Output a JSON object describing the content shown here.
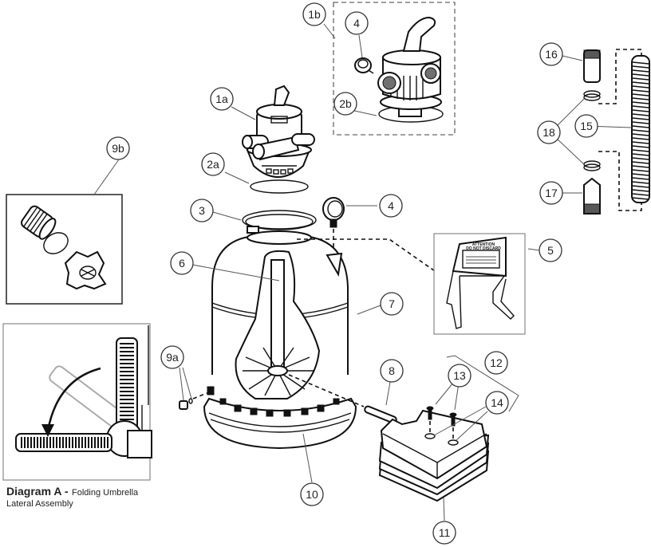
{
  "diagram": {
    "title": "Sand Filter Exploded Parts Diagram",
    "callouts": [
      {
        "id": "1a",
        "label": "1a"
      },
      {
        "id": "1b",
        "label": "1b"
      },
      {
        "id": "2a",
        "label": "2a"
      },
      {
        "id": "2b",
        "label": "2b"
      },
      {
        "id": "3",
        "label": "3"
      },
      {
        "id": "4-top",
        "label": "4"
      },
      {
        "id": "4",
        "label": "4"
      },
      {
        "id": "5",
        "label": "5"
      },
      {
        "id": "6",
        "label": "6"
      },
      {
        "id": "7",
        "label": "7"
      },
      {
        "id": "8",
        "label": "8"
      },
      {
        "id": "9a",
        "label": "9a"
      },
      {
        "id": "9b",
        "label": "9b"
      },
      {
        "id": "10",
        "label": "10"
      },
      {
        "id": "11",
        "label": "11"
      },
      {
        "id": "12",
        "label": "12"
      },
      {
        "id": "13",
        "label": "13"
      },
      {
        "id": "14",
        "label": "14"
      },
      {
        "id": "15",
        "label": "15"
      },
      {
        "id": "16",
        "label": "16"
      },
      {
        "id": "17",
        "label": "17"
      },
      {
        "id": "18",
        "label": "18"
      }
    ],
    "sign": {
      "line1": "ATTENTION",
      "line2": "DO NOT DISCARD"
    },
    "caption": {
      "bold": "Diagram A -",
      "light_line1": "Folding Umbrella",
      "light_line2": "Lateral Assembly"
    }
  }
}
